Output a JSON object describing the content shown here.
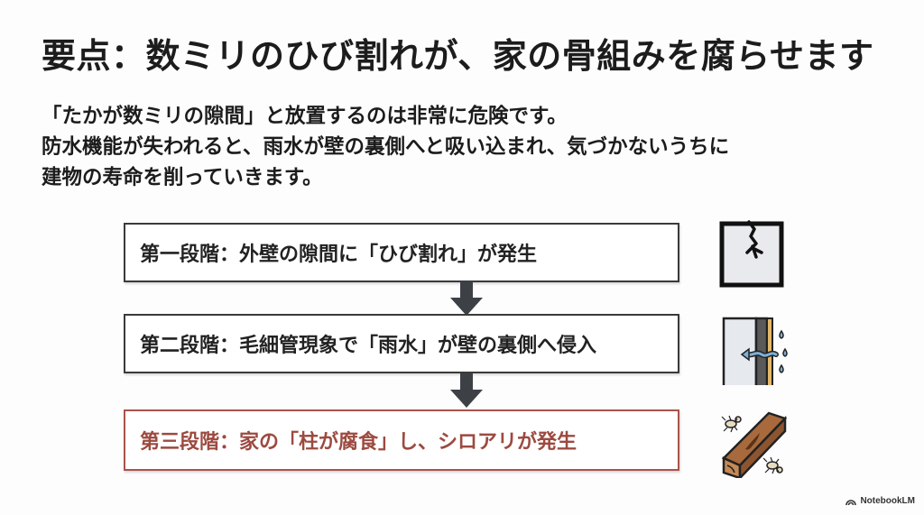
{
  "slide": {
    "title": "要点：数ミリのひび割れが、家の骨組みを腐らせます",
    "body_lines": [
      "「たかが数ミリの隙間」と放置するのは非常に危険です。",
      "防水機能が失われると、雨水が壁の裏側へと吸い込まれ、気づかないうちに",
      "建物の寿命を削っていきます。"
    ],
    "steps": [
      {
        "label": "第一段階：外壁の隙間に「ひび割れ」が発生",
        "icon": "cracked-wall-icon",
        "border_color": "#3a3a3a",
        "text_color": "#222222"
      },
      {
        "label": "第二段階：毛細管現象で「雨水」が壁の裏側へ侵入",
        "icon": "water-intrusion-icon",
        "border_color": "#3a3a3a",
        "text_color": "#222222"
      },
      {
        "label": "第三段階：家の「柱が腐食」し、シロアリが発生",
        "icon": "rotten-pillar-termites-icon",
        "border_color": "#a9534a",
        "text_color": "#9c4a40"
      }
    ],
    "arrow_color": "#3d4146"
  },
  "branding": {
    "label": "NotebookLM",
    "icon": "notebooklm-logo-icon"
  }
}
